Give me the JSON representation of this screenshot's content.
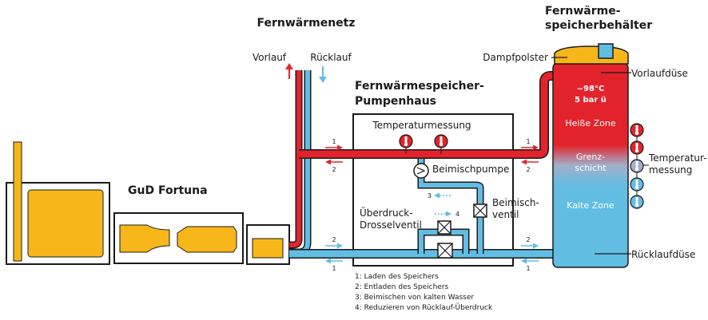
{
  "labels": {
    "gud_fortuna": "GuD Fortuna",
    "fernwaermenetz": "Fernwärmenetz",
    "vorlauf": "Vorlauf",
    "ruecklauf": "Rücklauf",
    "pumpenhaus_line1": "Fernwärmespeicher-",
    "pumpenhaus_line2": "Pumpenhaus",
    "temperaturmessung": "Temperaturmessung",
    "beimischpumpe": "Beimischpumpe",
    "beimischventil_line1": "Beimisch-",
    "beimischventil_line2": "ventil",
    "ueberdruck_line1": "Überdruck-",
    "ueberdruck_line2": "Drosselventil",
    "behaelter_line1": "Fernwärme-",
    "behaelter_line2": "speicherbehälter",
    "dampfpolster": "Dampfpolster",
    "vorlaufduese": "Vorlaufdüse",
    "ruecklaufduese": "Rücklaufdüse",
    "temp_value": "~98°C",
    "pressure_value": "5 bar ü",
    "heisse_zone": "Heiße Zone",
    "grenzschicht_line1": "Grenz-",
    "grenzschicht_line2": "schicht",
    "kalte_zone": "Kalte Zone",
    "tank_temp_line1": "Temperatur-",
    "tank_temp_line2": "messung"
  },
  "arrow_numbers": {
    "one": "1",
    "two": "2",
    "three": "3",
    "four": "4"
  },
  "legend": [
    "1: Laden des Speichers",
    "2: Entladen des Speichers",
    "3: Beimischen von kalten Wasser",
    "4: Reduzieren von Rücklauf-Überdruck"
  ],
  "colors": {
    "hot": "#e3232b",
    "cold": "#62bde3",
    "machine": "#f7b71a",
    "outline": "#1a1a1a"
  }
}
